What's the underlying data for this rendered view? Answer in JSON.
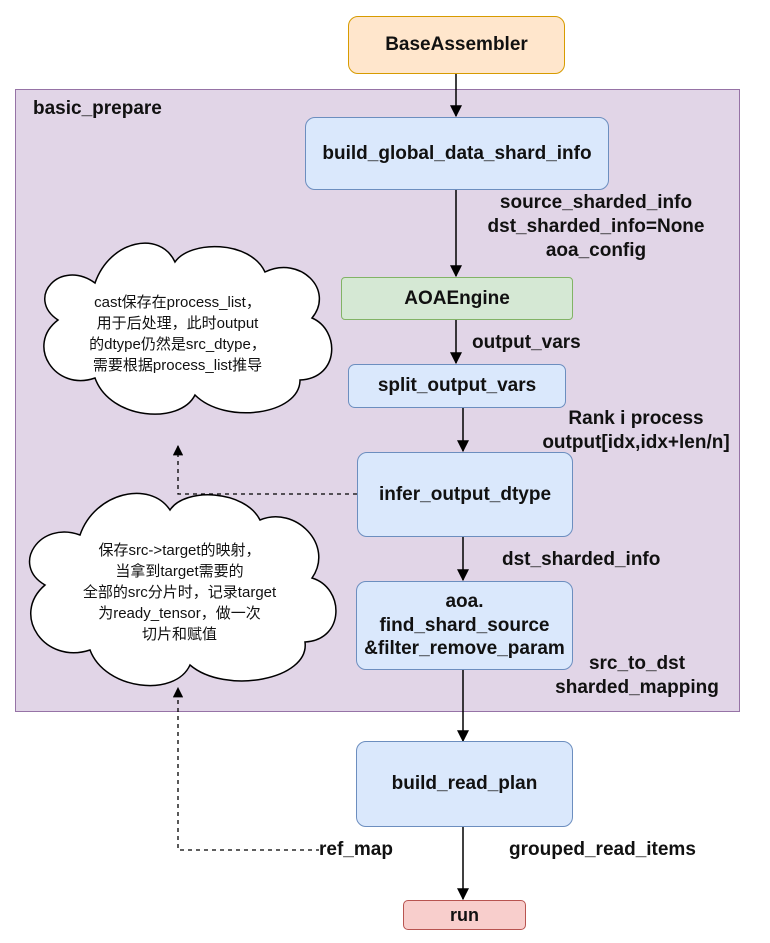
{
  "nodes": {
    "base_assembler": "BaseAssembler",
    "build_global_data_shard_info": "build_global_data_shard_info",
    "aoa_engine": "AOAEngine",
    "split_output_vars": "split_output_vars",
    "infer_output_dtype": "infer_output_dtype",
    "find_shard_source_lines": [
      "aoa.",
      "find_shard_source",
      "&filter_remove_param"
    ],
    "build_read_plan": "build_read_plan",
    "run": "run"
  },
  "group_label": "basic_prepare",
  "edge_labels": {
    "after_build_global": [
      "source_sharded_info",
      "dst_sharded_info=None",
      "aoa_config"
    ],
    "output_vars": "output_vars",
    "rank_process": [
      "Rank i process",
      "output[idx,idx+len/n]"
    ],
    "dst_sharded_info": "dst_sharded_info",
    "src_to_dst": [
      "src_to_dst",
      "sharded_mapping"
    ],
    "ref_map": "ref_map",
    "grouped_read_items": "grouped_read_items"
  },
  "notes": {
    "cloud_top": [
      "cast保存在process_list，",
      "用于后处理，此时output",
      "的dtype仍然是src_dtype，",
      "需要根据process_list推导"
    ],
    "cloud_bottom": [
      "保存src->target的映射，",
      "当拿到target需要的",
      "全部的src分片时，记录target",
      "为ready_tensor，做一次",
      "切片和赋值"
    ]
  },
  "colors": {
    "group_fill": "#e1d5e7",
    "group_stroke": "#9673a6",
    "blue_fill": "#dae8fc",
    "blue_stroke": "#6c8ebf",
    "orange_fill": "#ffe6cc",
    "orange_stroke": "#d79b00",
    "green_fill": "#d5e8d4",
    "green_stroke": "#82b366",
    "red_fill": "#f8cecc",
    "red_stroke": "#b85450"
  }
}
